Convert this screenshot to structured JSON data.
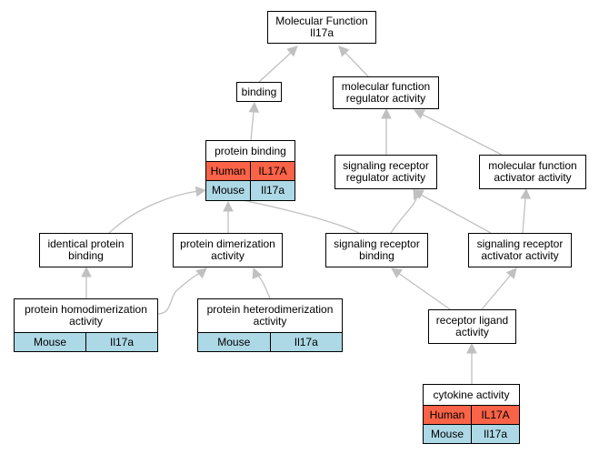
{
  "colors": {
    "edge": "#c0c0c0",
    "human_row": "#fa6347",
    "mouse_row": "#add8e6",
    "border": "#000000"
  },
  "nodes": {
    "mf_root": {
      "title": "Molecular Function\nIl17a"
    },
    "binding": {
      "title": "binding"
    },
    "mf_regulator": {
      "title": "molecular function\nregulator activity"
    },
    "protein_binding": {
      "title": "protein binding",
      "rows": [
        {
          "species": "Human",
          "gene": "IL17A"
        },
        {
          "species": "Mouse",
          "gene": "Il17a"
        }
      ]
    },
    "sig_receptor_regulator": {
      "title": "signaling receptor\nregulator activity"
    },
    "mf_activator": {
      "title": "molecular function\nactivator activity"
    },
    "identical_protein_binding": {
      "title": "identical protein\nbinding"
    },
    "protein_dimerization": {
      "title": "protein dimerization\nactivity"
    },
    "sig_receptor_binding": {
      "title": "signaling receptor\nbinding"
    },
    "sig_receptor_activator": {
      "title": "signaling receptor\nactivator activity"
    },
    "protein_homodimerization": {
      "title": "protein homodimerization\nactivity",
      "rows": [
        {
          "species": "Mouse",
          "gene": "Il17a"
        }
      ]
    },
    "protein_heterodimerization": {
      "title": "protein heterodimerization\nactivity",
      "rows": [
        {
          "species": "Mouse",
          "gene": "Il17a"
        }
      ]
    },
    "receptor_ligand": {
      "title": "receptor ligand\nactivity"
    },
    "cytokine_activity": {
      "title": "cytokine activity",
      "rows": [
        {
          "species": "Human",
          "gene": "IL17A"
        },
        {
          "species": "Mouse",
          "gene": "Il17a"
        }
      ]
    }
  }
}
